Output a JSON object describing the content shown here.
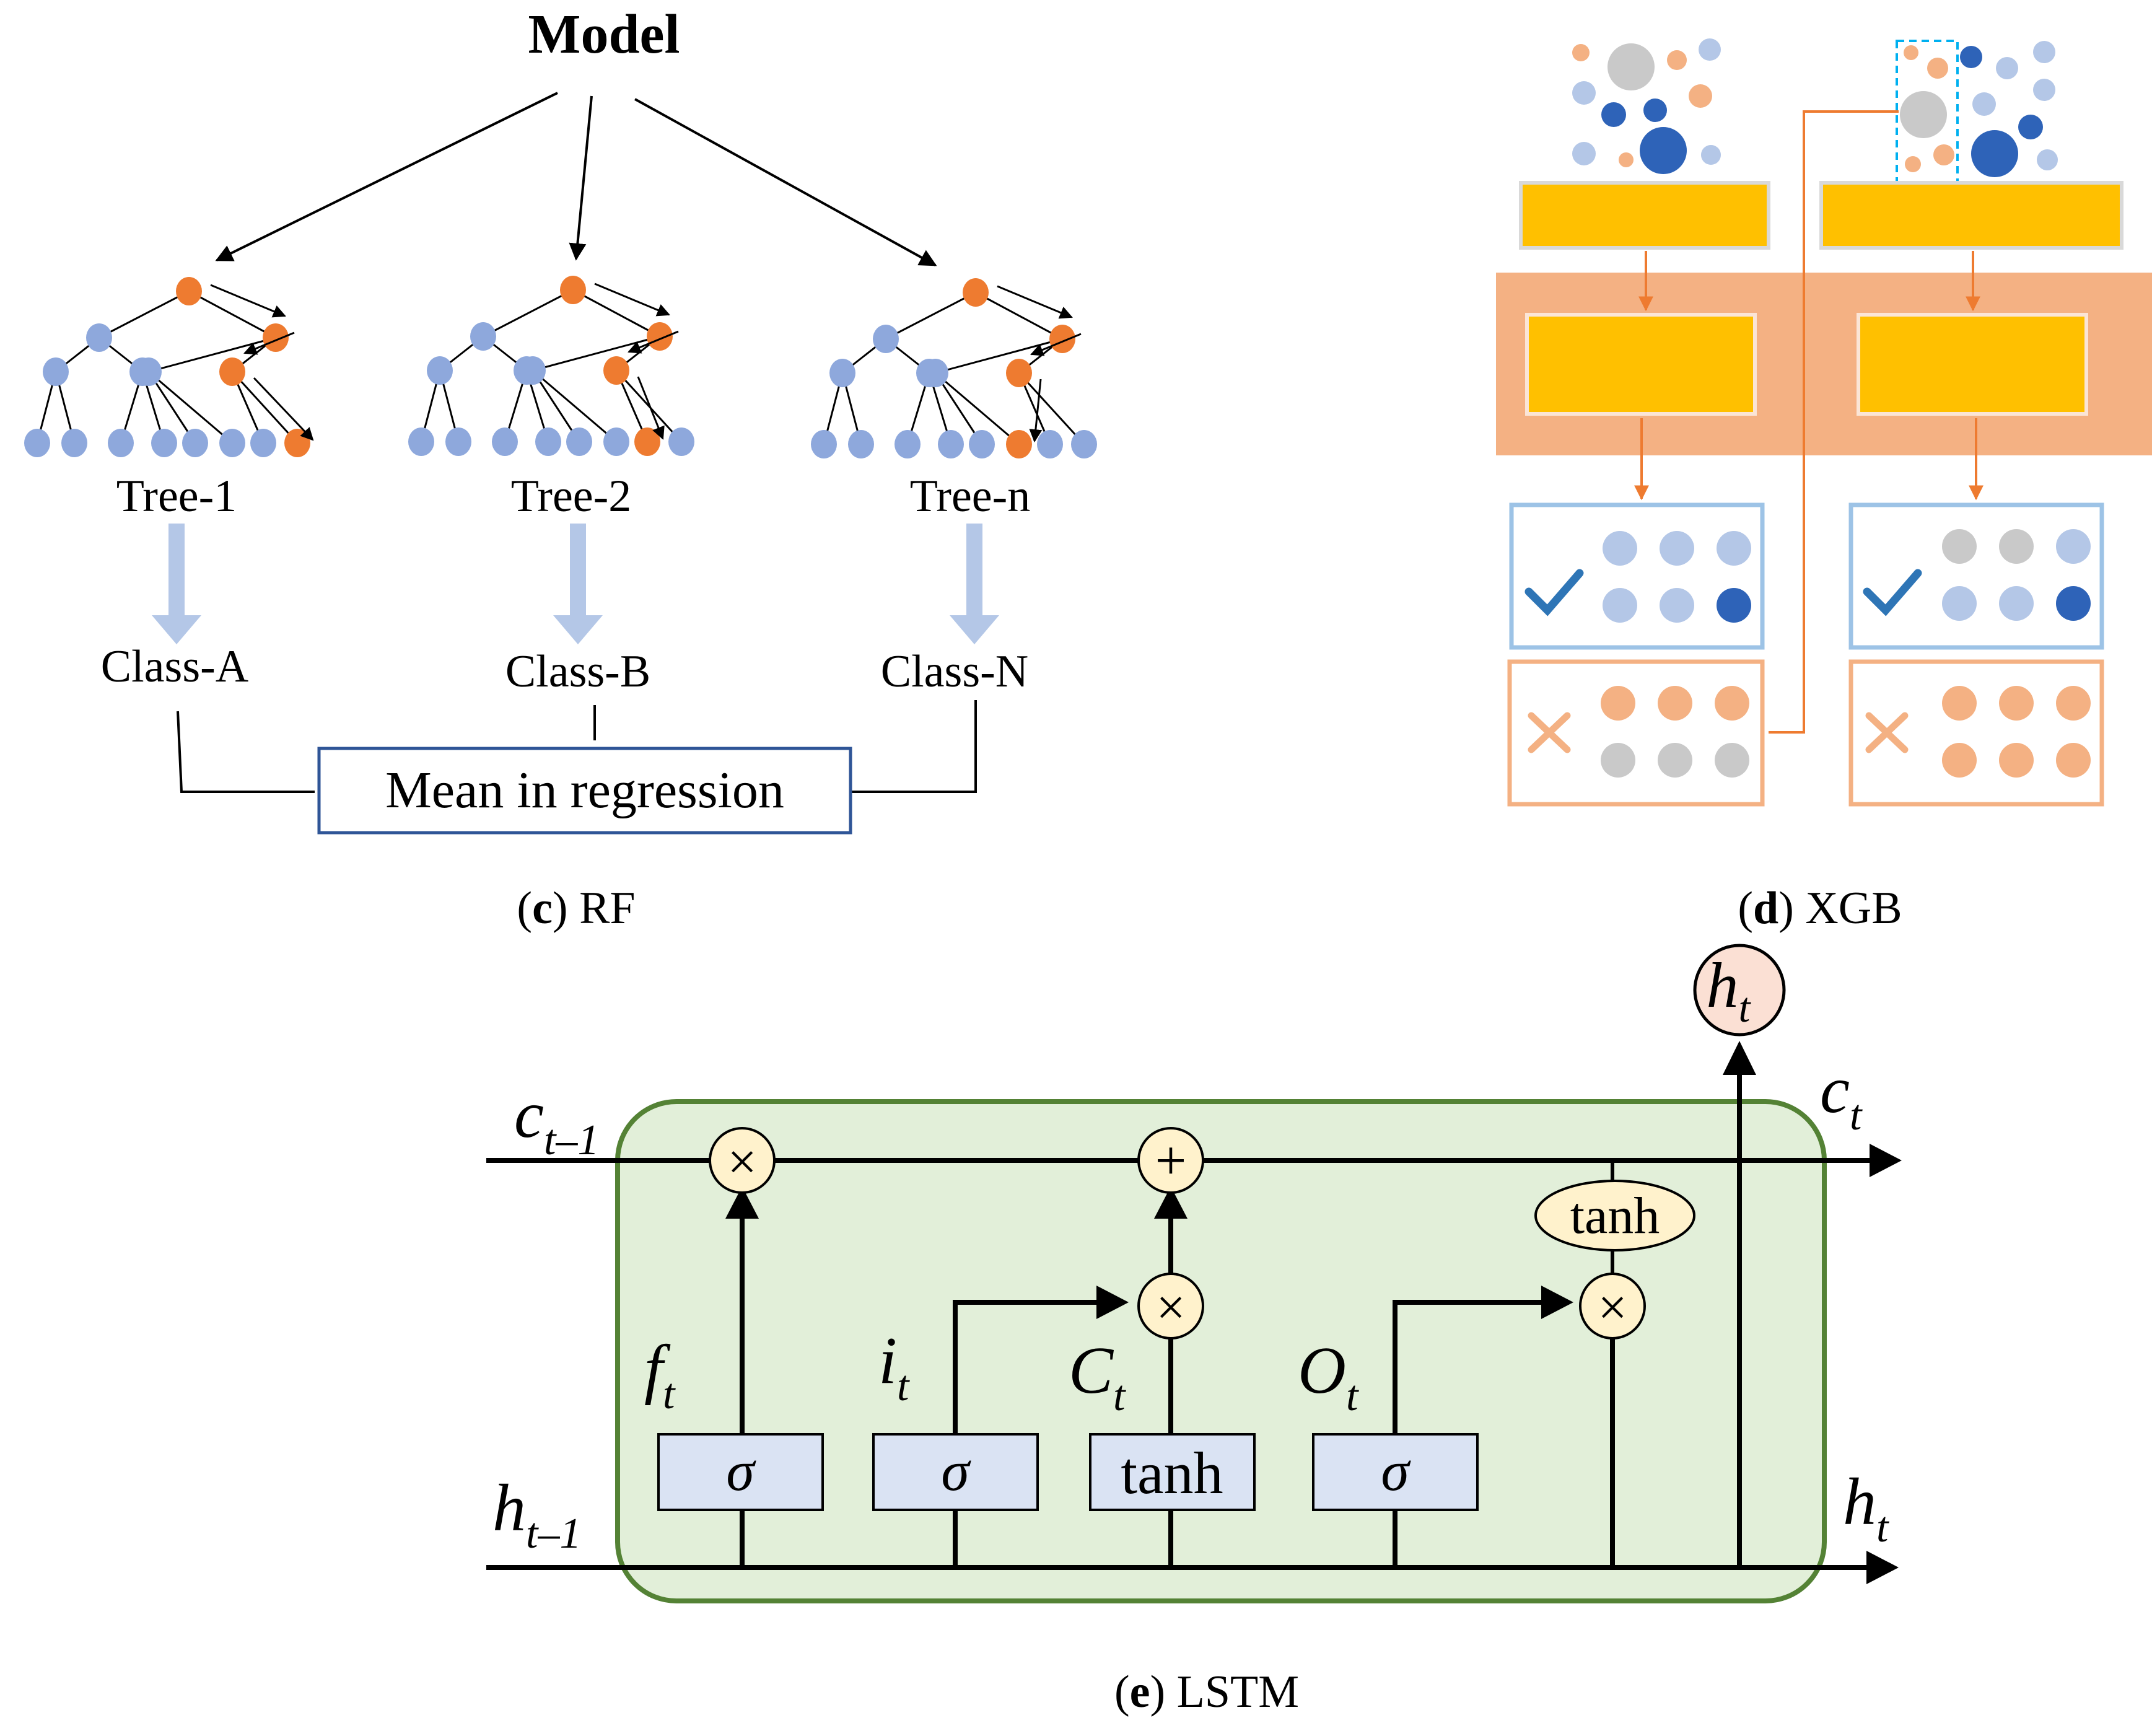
{
  "rf": {
    "title": "Model",
    "trees": [
      "Tree-1",
      "Tree-2",
      "Tree-n"
    ],
    "classes": [
      "Class-A",
      "Class-B",
      "Class-N"
    ],
    "aggregate": "Mean in regression",
    "caption_letter": "c",
    "caption_name": " RF",
    "colors": {
      "node_blue": "#8ea8dc",
      "node_orange": "#ee7b30",
      "class_arrow": "#b4c7e7",
      "box": "#2f5597"
    }
  },
  "xgb": {
    "caption_letter": "d",
    "caption_name": " XGB",
    "colors": {
      "yellow": "#ffc000",
      "band": "#f4b183",
      "correct_border": "#9dc3e6",
      "wrong_border": "#f4b183",
      "check": "#2e75b6",
      "cross": "#f4b183",
      "dark_blue": "#2e63b8",
      "light_blue": "#b4c7e7",
      "grey": "#c9c9c9",
      "orange": "#f4b183"
    }
  },
  "lstm": {
    "caption_letter": "e",
    "caption_name": " LSTM",
    "labels": {
      "c_prev": "c",
      "c_prev_sub": "t–1",
      "c_next": "c",
      "c_next_sub": "t",
      "h_prev": "h",
      "h_prev_sub": "t–1",
      "h_next": "h",
      "h_next_sub": "t",
      "h_out": "h",
      "h_out_sub": "t",
      "f": "f",
      "f_sub": "t",
      "i": "i",
      "i_sub": "t",
      "C": "C",
      "C_sub": "t",
      "O": "O",
      "O_sub": "t"
    },
    "gates": [
      "σ",
      "σ",
      "tanh",
      "σ"
    ],
    "tanh_label": "tanh",
    "op_multiply": "×",
    "op_add": "+",
    "colors": {
      "cell_fill": "#e2efd9",
      "cell_border": "#548235",
      "gate_fill": "#dae3f3",
      "op_fill": "#fff2cc",
      "out_fill": "#fbe0d4"
    }
  }
}
